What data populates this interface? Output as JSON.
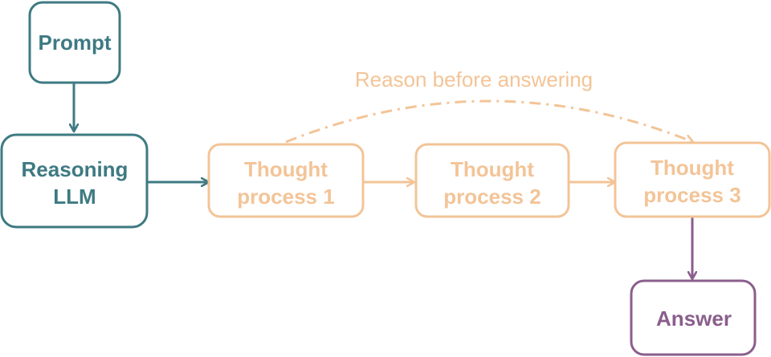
{
  "nodes": {
    "prompt": {
      "lines": [
        "Prompt"
      ]
    },
    "reasoning_llm": {
      "lines": [
        "Reasoning",
        "LLM"
      ]
    },
    "thought_1": {
      "lines": [
        "Thought",
        "process 1"
      ]
    },
    "thought_2": {
      "lines": [
        "Thought",
        "process 2"
      ]
    },
    "thought_3": {
      "lines": [
        "Thought",
        "process 3"
      ]
    },
    "answer": {
      "lines": [
        "Answer"
      ]
    }
  },
  "annotation": {
    "text": "Reason before answering"
  },
  "colors": {
    "model": "#3e7a82",
    "thought": "#f3c497",
    "answer": "#8a5e8c"
  }
}
